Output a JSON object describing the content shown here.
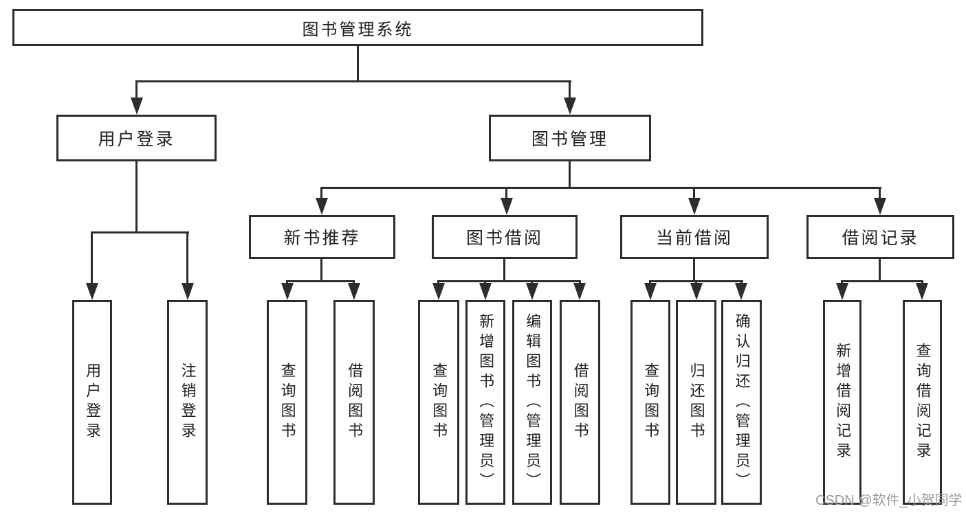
{
  "diagram": {
    "type": "functional-structure-tree",
    "colors": {
      "line": "#2d2d2d",
      "box_border": "#2d2d2d",
      "text": "#1f1f1f",
      "background": "#ffffff",
      "watermark": "#9b9b9b"
    },
    "tree": {
      "root": "图书管理系统",
      "branches": [
        {
          "label": "用户登录",
          "children": [
            {
              "label": "用户登录"
            },
            {
              "label": "注销登录"
            }
          ]
        },
        {
          "label": "图书管理",
          "children": [
            {
              "label": "新书推荐",
              "children": [
                {
                  "label": "查询图书"
                },
                {
                  "label": "借阅图书"
                }
              ]
            },
            {
              "label": "图书借阅",
              "children": [
                {
                  "label": "查询图书"
                },
                {
                  "label": "新增图书（管理员）"
                },
                {
                  "label": "编辑图书（管理员）"
                },
                {
                  "label": "借阅图书"
                }
              ]
            },
            {
              "label": "当前借阅",
              "children": [
                {
                  "label": "查询图书"
                },
                {
                  "label": "归还图书"
                },
                {
                  "label": "确认归还（管理员）"
                }
              ]
            },
            {
              "label": "借阅记录",
              "children": [
                {
                  "label": "新增借阅记录"
                },
                {
                  "label": "查询借阅记录"
                }
              ]
            }
          ]
        }
      ]
    },
    "watermark": "CSDN @软件_小贺同学"
  }
}
